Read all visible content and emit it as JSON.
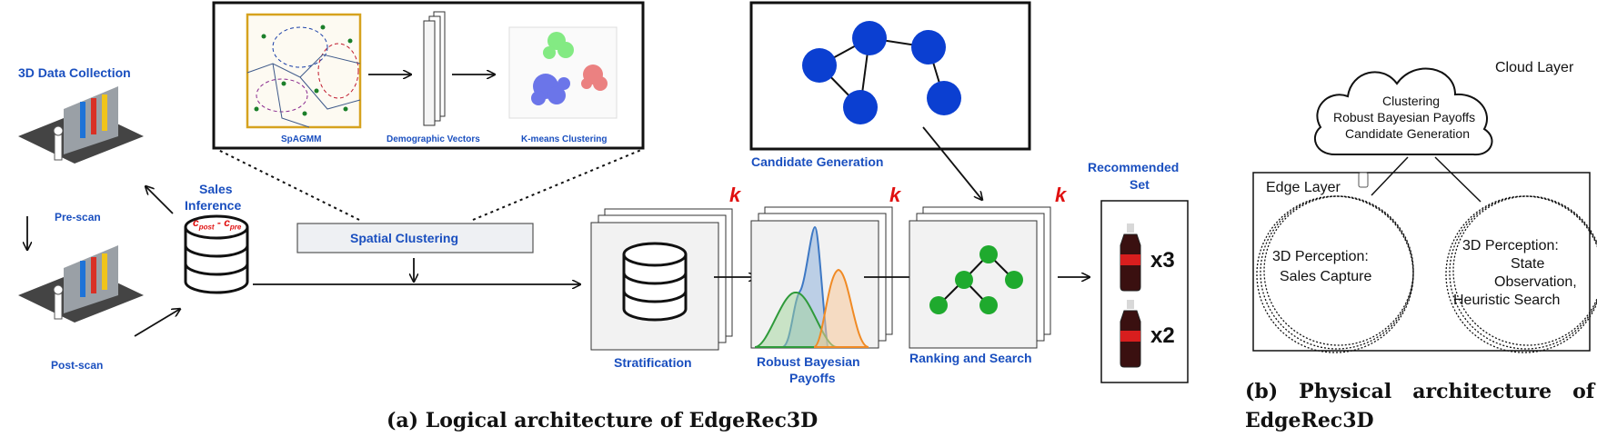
{
  "logical": {
    "data_collection_title": "3D Data Collection",
    "pre_scan": "Pre-scan",
    "post_scan": "Post-scan",
    "sales_inference_line1": "Sales",
    "sales_inference_line2": "Inference",
    "sales_formula": "c",
    "sales_formula_post": "post",
    "sales_formula_mid": " - c",
    "sales_formula_pre": "pre",
    "spagmm": "SpAGMM",
    "demographic_vectors": "Demographic Vectors",
    "kmeans": "K-means Clustering",
    "spatial_clustering": "Spatial Clustering",
    "candidate_generation": "Candidate Generation",
    "stratification": "Stratification",
    "robust_payoffs_line1": "Robust Bayesian",
    "robust_payoffs_line2": "Payoffs",
    "ranking_search": "Ranking and Search",
    "recommended_line1": "Recommended",
    "recommended_line2": "Set",
    "k_label": "k",
    "qty_1": "x3",
    "qty_2": "x2"
  },
  "physical": {
    "cloud_layer": "Cloud Layer",
    "cloud_line1": "Clustering",
    "cloud_line2": "Robust Bayesian Payoffs",
    "cloud_line3": "Candidate Generation",
    "edge_layer": "Edge Layer",
    "left_circle_line1": "3D Perception:",
    "left_circle_line2": "Sales Capture",
    "right_circle_line1": "3D Perception:",
    "right_circle_line2": "State",
    "right_circle_line3": "Observation,",
    "right_circle_line4": "Heuristic Search"
  },
  "captions": {
    "a": "(a) Logical architecture of EdgeRec3D",
    "b_line1": "(b)   Physical   architecture   of",
    "b_line2": "EdgeRec3D"
  },
  "colors": {
    "label_blue": "#1a4fbf",
    "k_red": "#e01010",
    "node_blue": "#0b3fd1",
    "node_green": "#1faa2e"
  }
}
